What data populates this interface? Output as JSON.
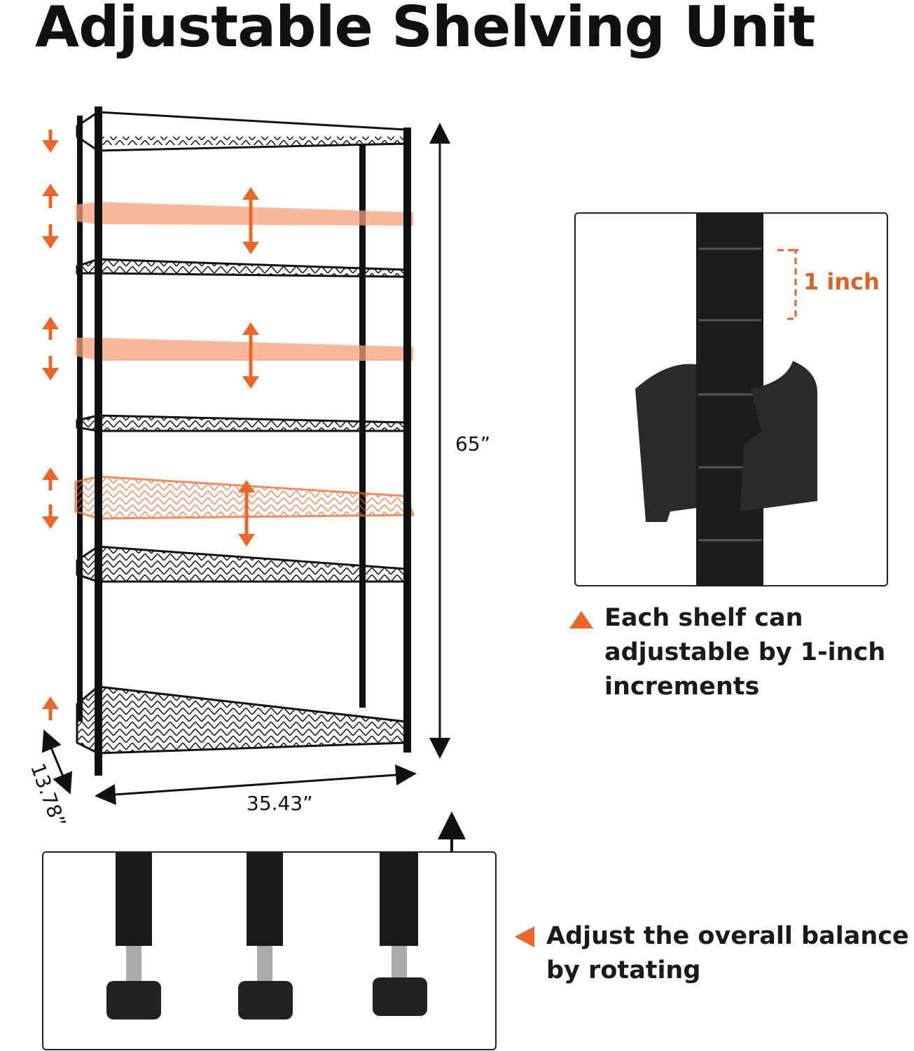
{
  "title": "Adjustable Shelving Unit",
  "dimensions": {
    "height": "65”",
    "width": "35.43”",
    "depth": "13.78”"
  },
  "clip_panel": {
    "label": "1 inch"
  },
  "captions": {
    "shelf_adjust": [
      "Each shelf can",
      "adjustable by 1-inch",
      "increments"
    ],
    "balance": [
      "Adjust the overall balance",
      "by rotating"
    ]
  },
  "colors": {
    "accent": "#e8672c",
    "dark": "#111111"
  }
}
